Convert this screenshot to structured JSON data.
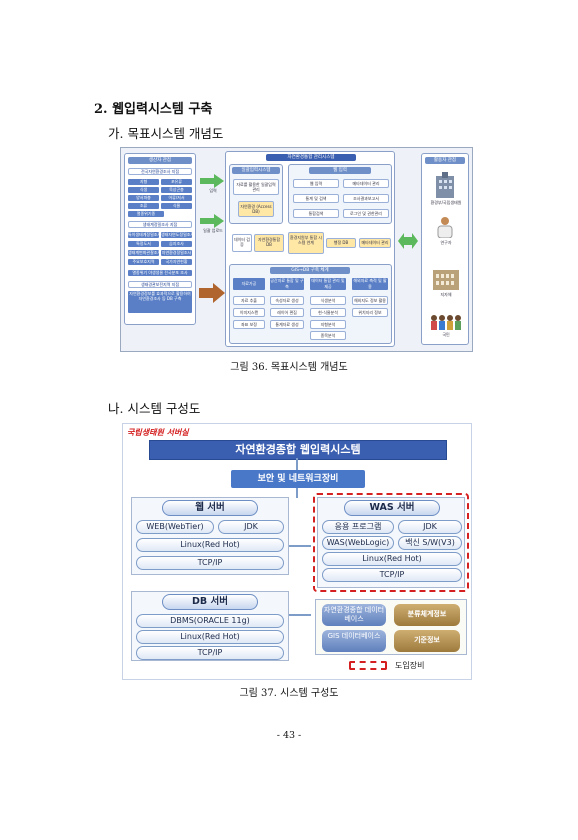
{
  "doc": {
    "heading2": "2. 웹입력시스템 구축",
    "heading_a": "가. 목표시스템 개념도",
    "caption_36": "그림 36. 목표시스템 개념도",
    "heading_b": "나. 시스템 구성도",
    "caption_37": "그림 37. 시스템 구성도",
    "page_number": "- 43 -"
  },
  "fig36": {
    "title": "자연환경통합 관리시스템",
    "left_panel": {
      "title": "생산자 관점",
      "sub1": "전국자연환경조사 지점",
      "items1": [
        "지형",
        "포유류",
        "식생",
        "육상곤충",
        "양서파충",
        "어류/저서",
        "조류",
        "식물"
      ],
      "extra1": "멸종위기종",
      "sub2": "생태계정밀조사 지점",
      "items2": [
        "특이생태계정밀조사",
        "생태자연도정밀조사",
        "특정도서",
        "습지조사",
        "생태계변화관찰조사",
        "자연환경정밀조사",
        "주요보호지역",
        "국가자연현황"
      ],
      "item_long": "멸종위기 야생생물 전국분포 조사",
      "sub3": "생태경관보전지역 지점",
      "note": "자연환경정보를 효과적으로 활용하여 자연환경조사 등 DB 구축"
    },
    "flow_labels": [
      "입력",
      "일괄 업로드"
    ],
    "mid_panel": {
      "input_title": "일괄입력시스템",
      "input_items": [
        "자료를 활용한 일괄입력 관리",
        "자연환경 (Access DB)"
      ],
      "web_title": "웹 입력",
      "web_items": [
        "웹 입력",
        "메타데이터 관리",
        "통계 및 검색",
        "조사결과보고서",
        "통합검색",
        "로그인 및 권한관리"
      ],
      "db_row": [
        "데이터 검증",
        "자연환경통합 DB",
        "환경지원부 통합 시스템 연계",
        "행정 DB",
        "메타데이터 관리"
      ],
      "gis_title": "GIS→DB 구축 체계",
      "gis_groups": [
        "자료가공",
        "공간자료 통합 및 구축",
        "데이터 통합 관리 및 제공",
        "해외자료 축적 및 활용"
      ],
      "gis_items": [
        "자료 추출",
        "속성자료 생성",
        "식생분석",
        "해외지도 정보 활용",
        "이미지스캔",
        "레이어 편집",
        "현-식물분석",
        "위치지리 정보",
        "좌표 보정",
        "통계자료 생성",
        "지형분석",
        "종목분석"
      ]
    },
    "right_panel": {
      "title": "활용자 관점",
      "items": [
        "환경부/국립생태원",
        "연구자",
        "지자체",
        "국민"
      ]
    }
  },
  "fig37": {
    "corner_label": "국립생태원 서버실",
    "title": "자연환경종합 웹입력시스템",
    "security": "보안 및 네트워크장비",
    "web_server": {
      "title": "웹 서버",
      "row1": [
        "WEB(WebTier)",
        "JDK"
      ],
      "row2": "Linux(Red Hot)",
      "row3": "TCP/IP"
    },
    "was_server": {
      "title": "WAS 서버",
      "row1": [
        "응용 프로그램",
        "JDK"
      ],
      "row2": [
        "WAS(WebLogic)",
        "백신 S/W(V3)"
      ],
      "row3": "Linux(Red Hot)",
      "row4": "TCP/IP"
    },
    "db_server": {
      "title": "DB 서버",
      "row1": "DBMS(ORACLE 11g)",
      "row2": "Linux(Red Hot)",
      "row3": "TCP/IP"
    },
    "databases": [
      "자연환경종합 데이터베이스",
      "분류체계정보",
      "GIS 데이터베이스",
      "기준정보"
    ],
    "legend": "도입장비"
  },
  "colors": {
    "title_bar": "#3b5fb0",
    "security_bar": "#4a78c8",
    "dashed_red": "#d42020",
    "cyl_blue": "#6f8fc8",
    "cyl_brown": "#b08a4a"
  }
}
